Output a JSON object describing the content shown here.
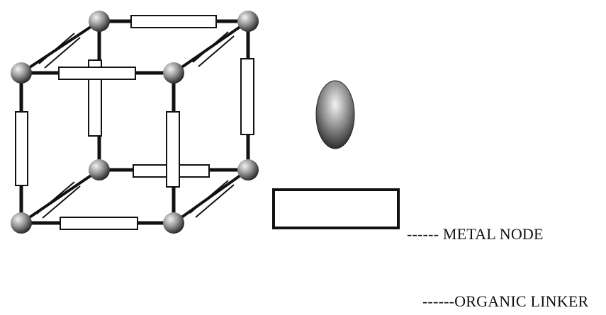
{
  "diagram": {
    "structure": "cubic metal-organic framework",
    "node_count": 8,
    "linker_count": 12
  },
  "legend": {
    "metal_node_label": "------ METAL NODE",
    "organic_linker_label": "------ORGANIC LINKER"
  },
  "colors": {
    "ink": "#111111",
    "linker_fill": "#ffffff",
    "sphere_light": "#f2f2f2",
    "sphere_dark": "#1a1a1a"
  }
}
